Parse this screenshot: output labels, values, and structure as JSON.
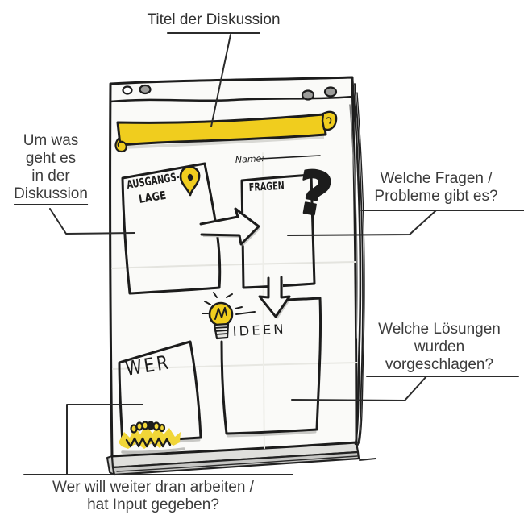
{
  "annotations": {
    "title": "Titel der Diskussion",
    "left": {
      "lines": [
        "Um was",
        "geht es",
        "in der"
      ],
      "underlined": "Diskussion"
    },
    "right_top": {
      "lines": [
        "Welche Fragen /",
        "Probleme gibt es?"
      ]
    },
    "right_bottom": {
      "lines": [
        "Welche Lösungen",
        "wurden",
        "vorgeschlagen?"
      ]
    },
    "bottom": {
      "lines": [
        "Wer will weiter dran arbeiten /",
        "hat Input gegeben?"
      ]
    }
  },
  "flipchart": {
    "name_label": "Name:",
    "sections": {
      "ausgangslage": {
        "label_line1": "AUSGANGS-",
        "label_line2": "LAGE",
        "icon": "location-pin-icon"
      },
      "fragen": {
        "label": "FRAGEN",
        "icon": "question-mark-icon",
        "icon_glyph": "?"
      },
      "ideen": {
        "label": "IDEEN",
        "icon": "lightbulb-icon"
      },
      "wer": {
        "label": "WER",
        "icon": "crowd-icon"
      }
    }
  },
  "colors": {
    "accent_yellow": "#F0CD1E",
    "crowd_yellow": "#F1D638",
    "ink": "#1C1C1C",
    "paper": "#FAFAF8",
    "stack_gray": "#C6C6C4",
    "annotation_text": "#3C3C3C"
  }
}
